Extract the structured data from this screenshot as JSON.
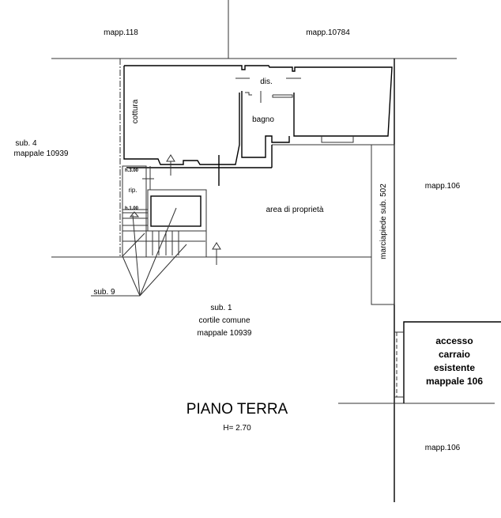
{
  "labels": {
    "mapp_118": "mapp.118",
    "mapp_10784": "mapp.10784",
    "sub4": "sub. 4",
    "sub4_mappale": "mappale 10939",
    "mapp_106_top": "mapp.106",
    "mapp_106_bottom": "mapp.106",
    "area": "area di proprietà",
    "marciapiede": "marciapiede sub. 502",
    "sub9": "sub. 9",
    "sub1": "sub. 1",
    "cortile": "cortile comune",
    "cortile_mappale": "mappale 10939",
    "accesso": [
      "accesso",
      "carraio",
      "esistente",
      "mappale 106"
    ],
    "title": "PIANO TERRA",
    "height": "H= 2.70"
  },
  "rooms": {
    "dis": "dis.",
    "bagno": "bagno",
    "cottura": "cottura",
    "rip": "rip.",
    "h_top": "h.3.00",
    "h_bottom": "h.1.00"
  }
}
